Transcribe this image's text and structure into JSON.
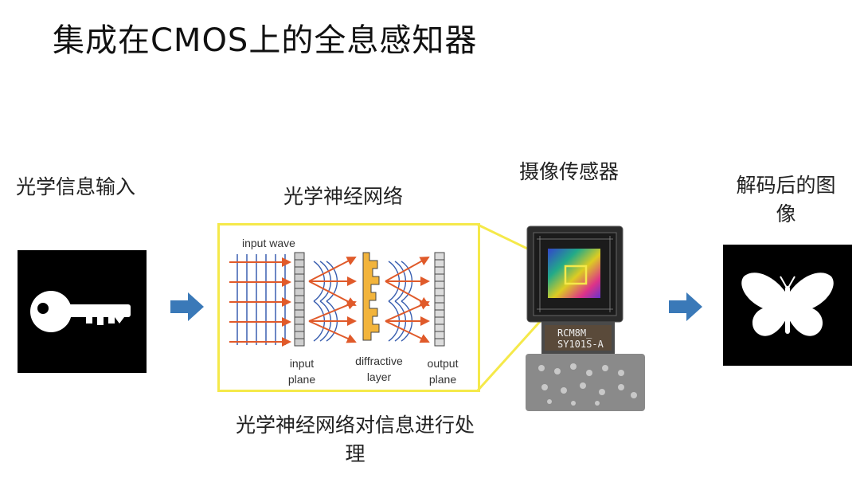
{
  "title": "集成在CMOS上的全息感知器",
  "stage_input": {
    "label": "光学信息输入",
    "icon": "key-icon"
  },
  "stage_network": {
    "label": "光学神经网络",
    "caption_line1": "光学神经网络对信息进行处",
    "caption_line2": "理",
    "diagram_labels": {
      "input_wave": "input wave",
      "input_plane_1": "input",
      "input_plane_2": "plane",
      "diffractive_layer_1": "diffractive",
      "diffractive_layer_2": "layer",
      "output_plane_1": "output",
      "output_plane_2": "plane"
    },
    "highlight_color": "#f5e94a"
  },
  "stage_sensor": {
    "label": "摄像传感器",
    "chip_text_line1": "RCM8M_",
    "chip_text_line2": "SY101S-A"
  },
  "stage_output": {
    "label_line1": "解码后的图",
    "label_line2": "像",
    "icon": "butterfly-icon"
  },
  "arrow_color": "#3a79b8"
}
